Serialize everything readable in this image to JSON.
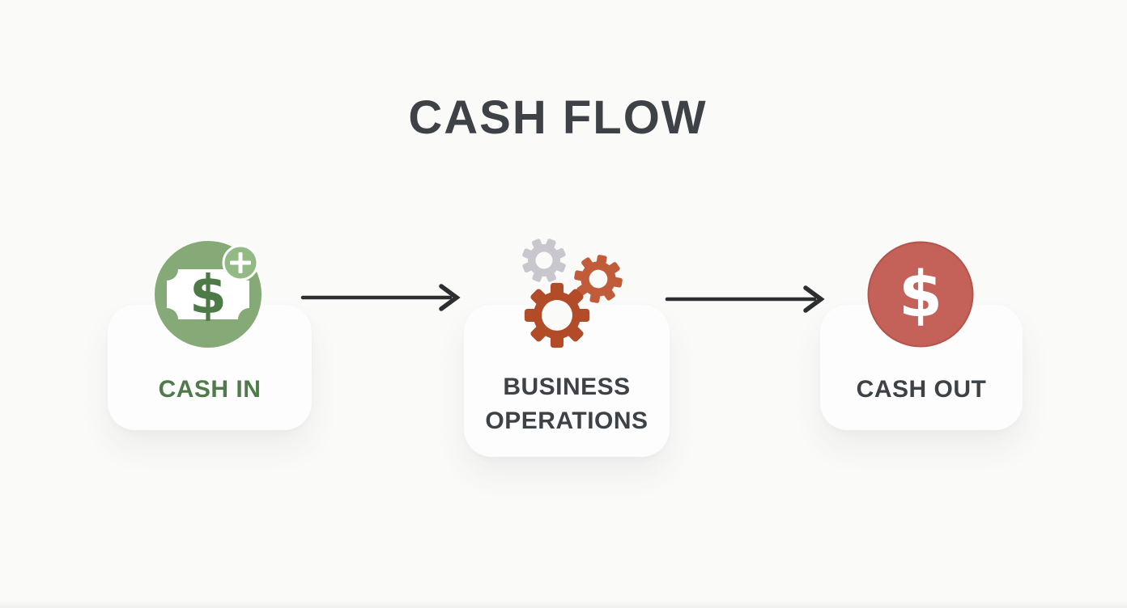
{
  "title": "CASH FLOW",
  "nodes": [
    {
      "id": "cash-in",
      "label": "CASH IN",
      "icon": "money-with-plus",
      "label_color": "#4e7b49"
    },
    {
      "id": "business-operations",
      "label": "BUSINESS OPERATIONS",
      "icon": "gears",
      "label_color": "#3d4247"
    },
    {
      "id": "cash-out",
      "label": "CASH OUT",
      "icon": "dollar-circle",
      "label_color": "#3d4247"
    }
  ],
  "arrows": [
    {
      "from": "CASH IN",
      "to": "BUSINESS OPERATIONS"
    },
    {
      "from": "BUSINESS OPERATIONS",
      "to": "CASH OUT"
    }
  ],
  "glyphs": {
    "dollar_in": "$",
    "dollar_out": "$"
  },
  "colors": {
    "background": "#fafaf9",
    "title_text": "#3e4247",
    "card_bg": "#fdfdfd",
    "arrow": "#2c2e30",
    "green_circle": "#85aa77",
    "green_dark": "#4d7a47",
    "green_badge": "#93b985",
    "cash_in_text": "#4e7b49",
    "gear_gray": "#c9c6ce",
    "gear_orange": "#c05c39",
    "gear_rust": "#b24b27",
    "red_circle": "#c4625a",
    "red_circle_edge": "#b5544c",
    "dark_text": "#3d4247",
    "white": "#ffffff"
  }
}
